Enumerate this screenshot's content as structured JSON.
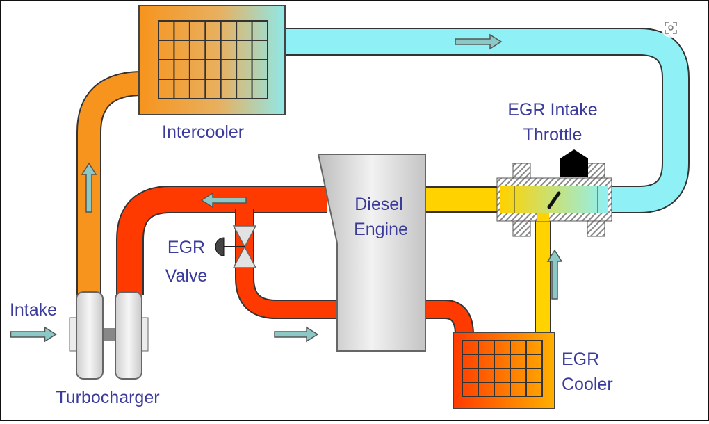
{
  "diagram": {
    "labels": {
      "intercooler": "Intercooler",
      "throttle_line1": "EGR Intake",
      "throttle_line2": "Throttle",
      "engine_line1": "Diesel",
      "engine_line2": "Engine",
      "valve_line1": "EGR",
      "valve_line2": "Valve",
      "intake": "Intake",
      "turbocharger": "Turbocharger",
      "cooler_line1": "EGR",
      "cooler_line2": "Cooler"
    },
    "colors": {
      "label": "#3b3b9c",
      "charge_air_hot": "#f7941d",
      "charge_air_cool": "#8ff0f5",
      "exhaust": "#ff3a00",
      "egr_cooled": "#ffd200",
      "arrow": "#8cc9c6"
    },
    "icons": [
      "visual-search-icon"
    ]
  }
}
